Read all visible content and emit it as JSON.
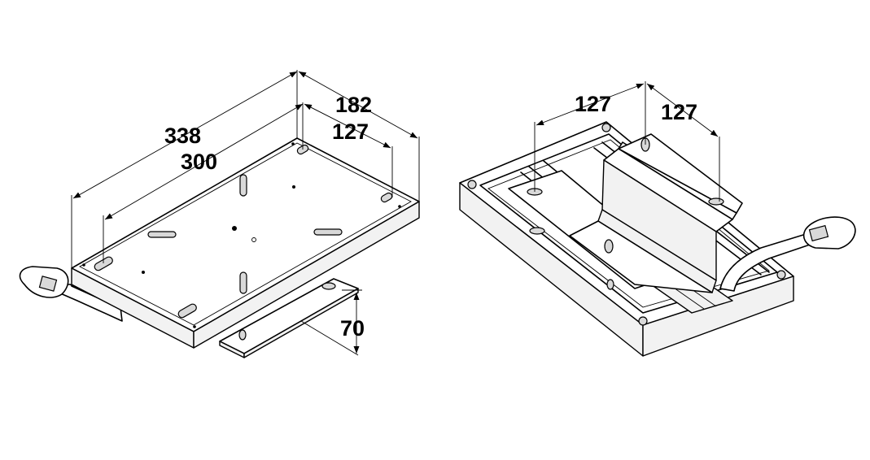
{
  "diagram": {
    "left_view": {
      "dimensions": {
        "length_outer": "338",
        "length_holes": "300",
        "width_outer": "182",
        "width_holes": "127",
        "height": "70"
      }
    },
    "right_view": {
      "dimensions": {
        "hole_spacing_a": "127",
        "hole_spacing_b": "127"
      }
    }
  }
}
